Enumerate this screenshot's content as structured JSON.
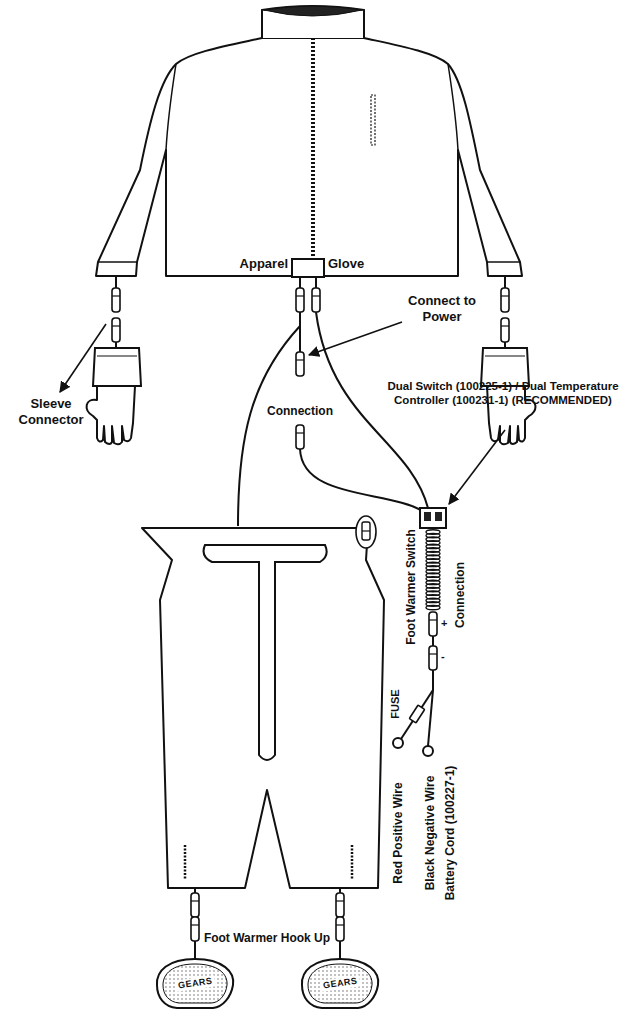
{
  "diagram": {
    "nodes": [
      {
        "text": [
          "Apparel",
          "Glove"
        ]
      },
      {
        "text": [
          "GEARS"
        ]
      },
      {
        "text": [
          "GEARS"
        ]
      }
    ],
    "labels": [
      "Connect to Power",
      "Sleeve Connector",
      "Connection",
      "Dual Switch (100225-1) / Dual Temperature Controller (100231-1) (RECOMMENDED)",
      "Foot Warmer Switch",
      "Connection",
      "+",
      "-",
      "FUSE",
      "Red Positive Wire",
      "Black Negative Wire",
      "Battery Cord (100227-1)",
      "Foot Warmer Hook Up"
    ]
  }
}
